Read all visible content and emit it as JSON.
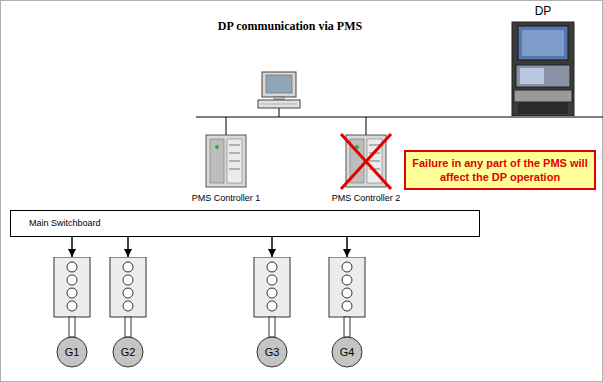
{
  "diagram": {
    "title": "DP communication via PMS",
    "nodes": [
      {
        "text": [
          "DP"
        ]
      },
      {
        "text": [
          "PMS Controller 1"
        ]
      },
      {
        "text": [
          "PMS Controller 2"
        ]
      },
      {
        "text": [
          "Failure in any part of the PMS will affect the DP operation"
        ]
      },
      {
        "text": [
          "Main Switchboard"
        ]
      },
      {
        "text": [
          "G1"
        ]
      },
      {
        "text": [
          "G2"
        ]
      },
      {
        "text": [
          "G3"
        ]
      },
      {
        "text": [
          "G4"
        ]
      }
    ],
    "edges": [
      {
        "from": 4,
        "to": 5,
        "arrow": "to"
      },
      {
        "from": 4,
        "to": 6,
        "arrow": "to"
      },
      {
        "from": 4,
        "to": 7,
        "arrow": "to"
      },
      {
        "from": 4,
        "to": 8,
        "arrow": "to"
      }
    ]
  }
}
